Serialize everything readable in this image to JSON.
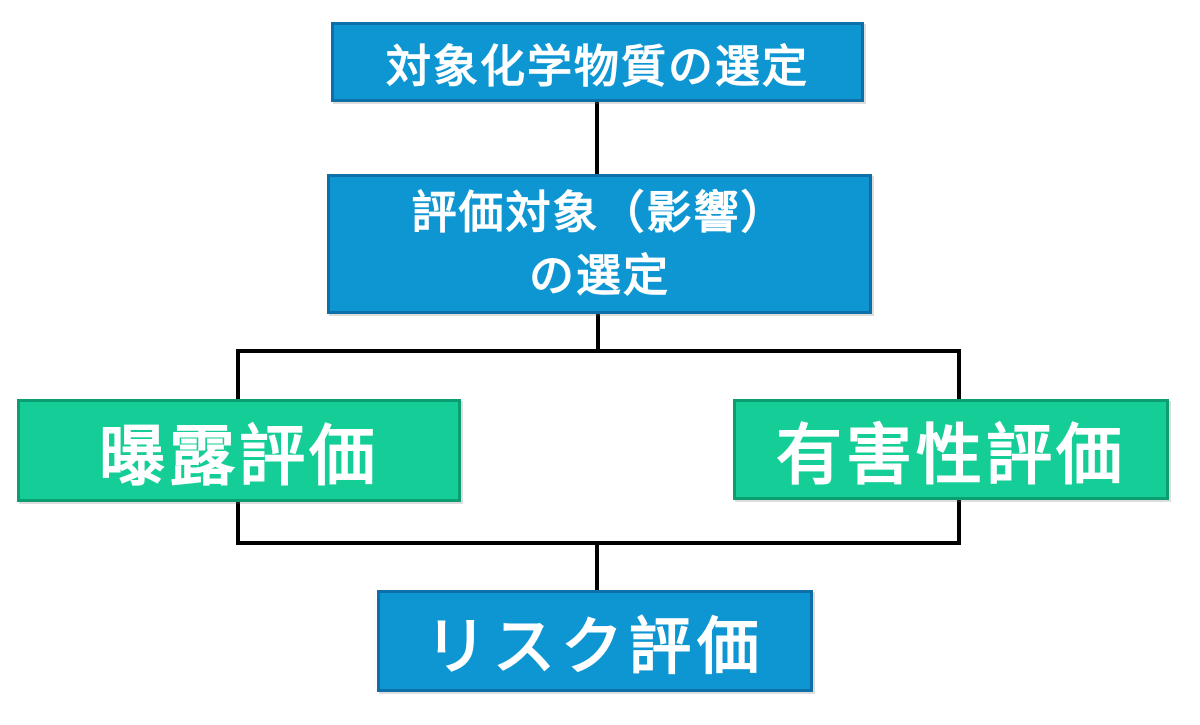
{
  "diagram": {
    "type": "flowchart",
    "background_color": "#ffffff",
    "connector_color": "#000000",
    "nodes": [
      {
        "id": "target-chemical-selection",
        "label": "対象化学物質の選定",
        "fill": "#0e96d3",
        "border": "#0d6fa6",
        "text_color": "#ffffff"
      },
      {
        "id": "evaluation-target-selection",
        "label_line1": "評価対象（影響）",
        "label_line2": "の選定",
        "fill": "#0e96d3",
        "border": "#0d6fa6",
        "text_color": "#ffffff"
      },
      {
        "id": "exposure-assessment",
        "label": "曝露評価",
        "fill": "#15cd96",
        "border": "#0c9e72",
        "text_color": "#ffffff"
      },
      {
        "id": "hazard-assessment",
        "label": "有害性評価",
        "fill": "#15cd96",
        "border": "#0c9e72",
        "text_color": "#ffffff"
      },
      {
        "id": "risk-assessment",
        "label": "リスク評価",
        "fill": "#0e96d3",
        "border": "#0d6fa6",
        "text_color": "#ffffff"
      }
    ],
    "edges": [
      {
        "from": "target-chemical-selection",
        "to": "evaluation-target-selection"
      },
      {
        "from": "evaluation-target-selection",
        "to": "exposure-assessment"
      },
      {
        "from": "evaluation-target-selection",
        "to": "hazard-assessment"
      },
      {
        "from": "exposure-assessment",
        "to": "risk-assessment"
      },
      {
        "from": "hazard-assessment",
        "to": "risk-assessment"
      }
    ]
  }
}
